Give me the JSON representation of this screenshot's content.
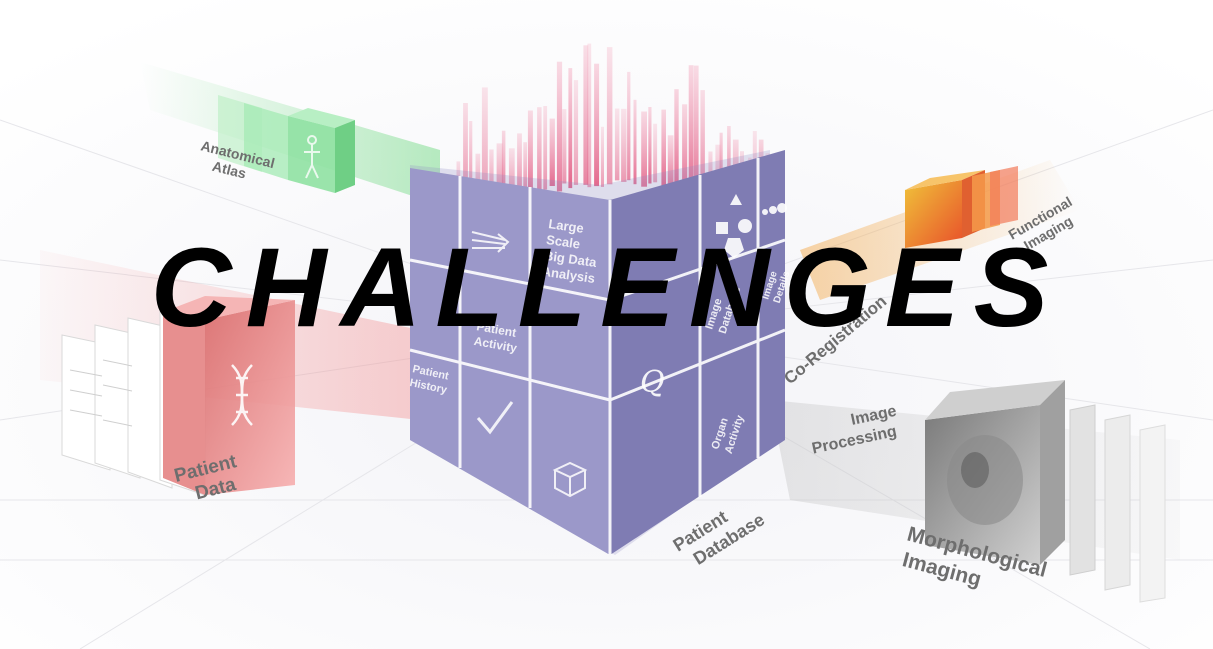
{
  "headline": "CHALLENGES",
  "labels": {
    "anatomical_atlas": [
      "Anatomical",
      "Atlas"
    ],
    "patient_data": [
      "Patient",
      "Data"
    ],
    "patient_database": [
      "Patient",
      "Database"
    ],
    "functional_imaging": [
      "Functional",
      "Imaging"
    ],
    "co_registration": "Co-Registration",
    "image_processing": [
      "Image",
      "Processing"
    ],
    "morphological_imaging": [
      "Morphological",
      "Imaging"
    ]
  },
  "cube_labels": {
    "large_scale": [
      "Large",
      "Scale",
      "Big Data",
      "Analysis"
    ],
    "patient_activity": [
      "Patient",
      "Activity"
    ],
    "patient_history": [
      "Patient",
      "History"
    ],
    "image_database": [
      "Image",
      "Database"
    ],
    "image_details": [
      "Image",
      "Details"
    ],
    "organ_activity": [
      "Organ",
      "Activity"
    ]
  },
  "icons": [
    "dna-icon",
    "human-figure-icon",
    "arrows-icon",
    "check-icon",
    "box-icon",
    "shapes-icon",
    "dots-icon",
    "q-icon"
  ],
  "colors": {
    "cube_face": "#9b98c9",
    "cube_right": "#7f7cb3",
    "cube_edge": "#ffffff",
    "bars": "#e0507a",
    "green_beam": "#7ddc8e",
    "red_beam": "#f26b6b",
    "orange_beam": "#f3a23a",
    "gray_beam": "#bdbdbd",
    "label_gray": "#6e6e6e",
    "headline": "#000000"
  }
}
